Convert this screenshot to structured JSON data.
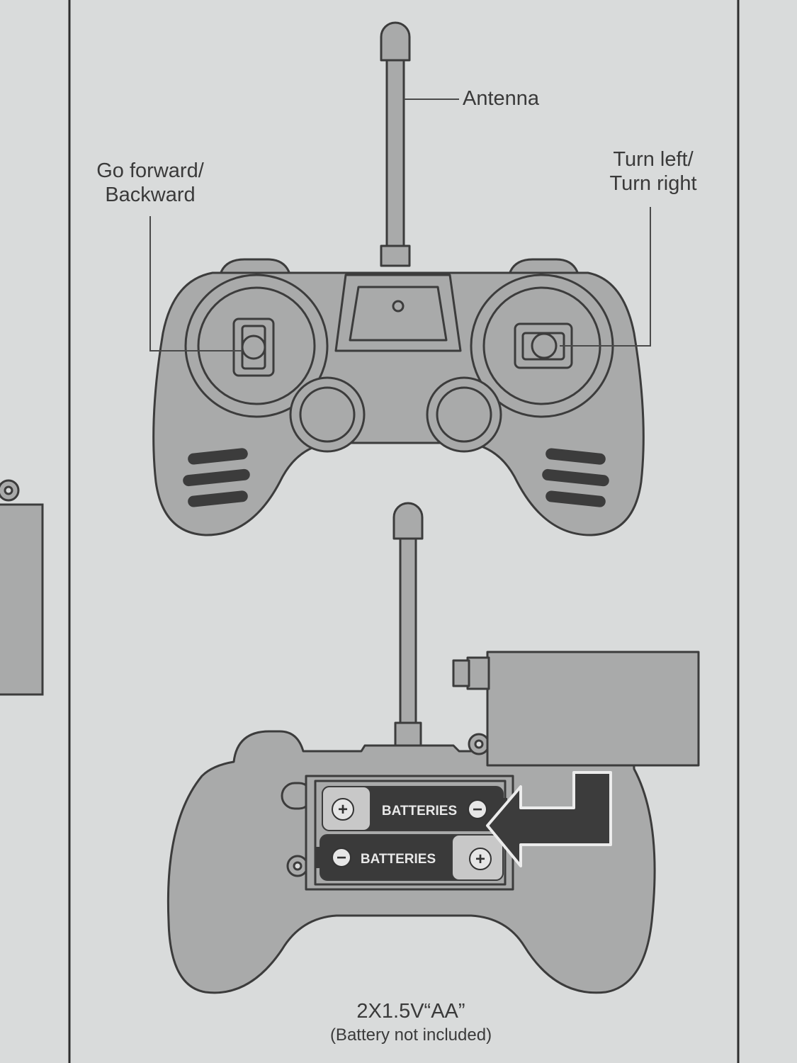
{
  "labels": {
    "antenna": "Antenna",
    "forward_line1": "Go forward/",
    "forward_line2": "Backward",
    "turn_line1": "Turn left/",
    "turn_line2": "Turn right"
  },
  "batteries": {
    "top_label": "BATTERIES",
    "bottom_label": "BATTERIES",
    "plus_symbol": "+",
    "minus_symbol": "−"
  },
  "footer": {
    "spec": "2X1.5V“AA”",
    "note": "(Battery not included)"
  },
  "colors": {
    "background": "#d9dbdb",
    "body_fill": "#a9aaaa",
    "line": "#3c3c3c",
    "battery_dark": "#3a3a3a",
    "battery_light": "#c8c8c8"
  }
}
